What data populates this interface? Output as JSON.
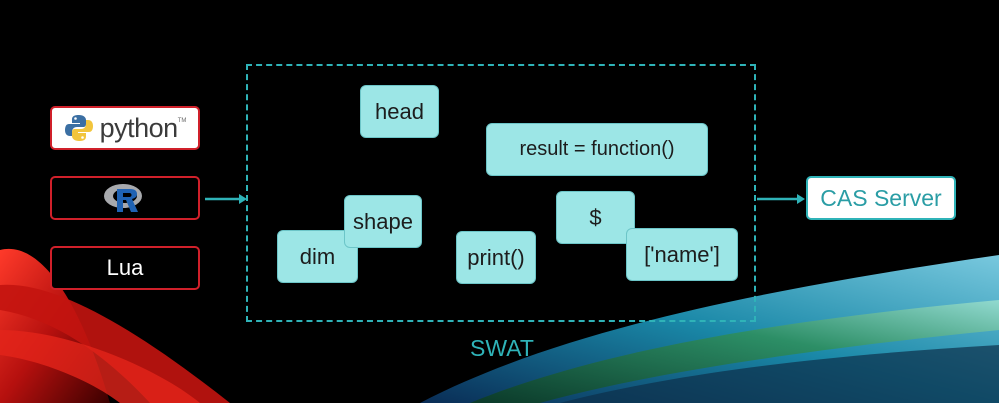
{
  "colors": {
    "accent": "#2fb3b8",
    "chip_fill": "#9ce6e6",
    "lang_border": "#d0202a"
  },
  "languages": {
    "python": {
      "label": "python",
      "icon": "python-logo"
    },
    "r": {
      "icon": "r-logo"
    },
    "lua": {
      "label": "Lua"
    }
  },
  "swat": {
    "label": "SWAT",
    "chips": {
      "head": "head",
      "result": "result = function()",
      "shape": "shape",
      "dim": "dim",
      "print": "print()",
      "dollar": "$",
      "name": "['name']"
    }
  },
  "cas_server": {
    "label": "CAS Server"
  }
}
